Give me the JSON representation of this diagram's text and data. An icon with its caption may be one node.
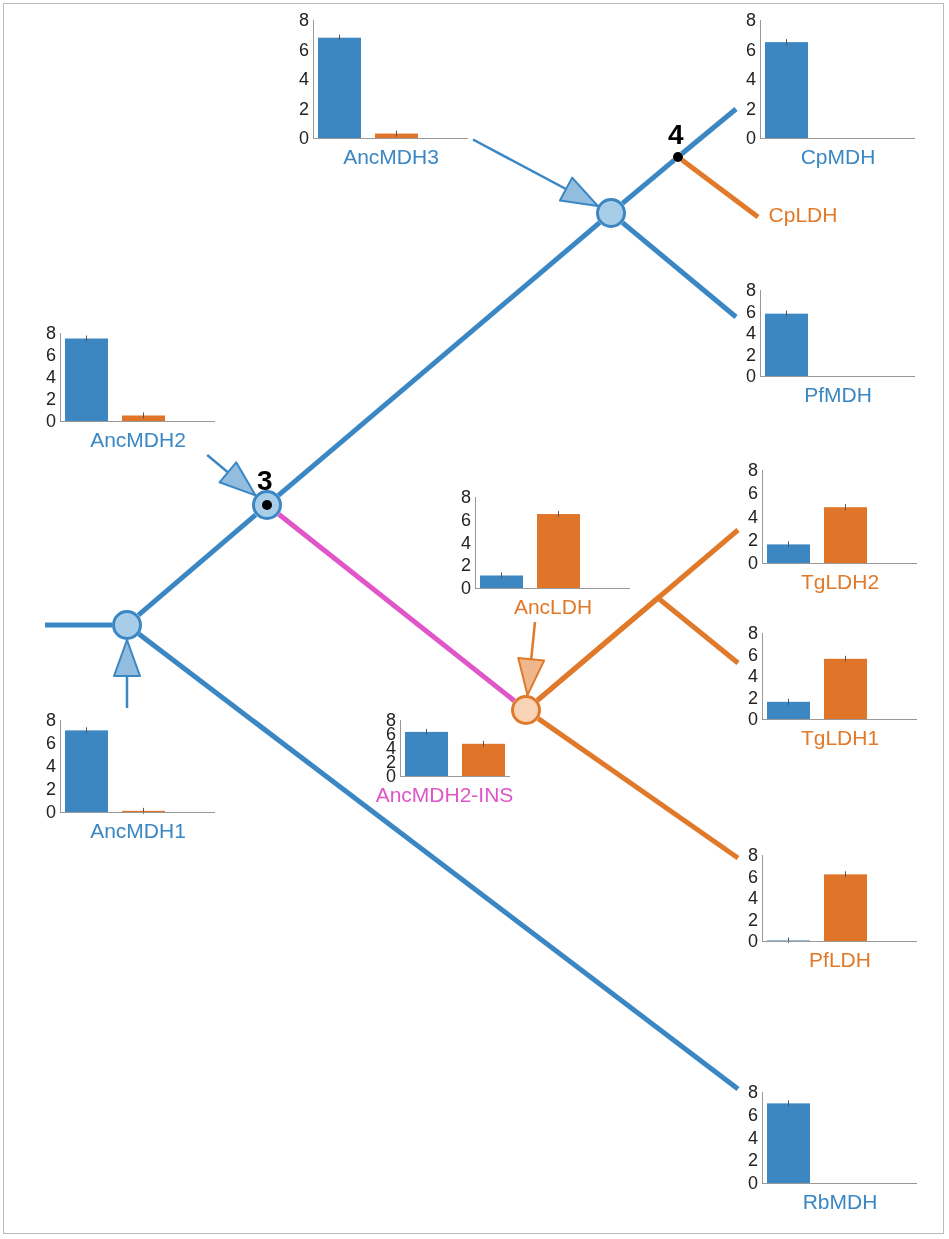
{
  "diagram": {
    "nodes": [
      {
        "text": [
          "AncMDH3"
        ]
      },
      {
        "text": [],
        "shape": "circle",
        "beside": [
          "4"
        ]
      },
      {
        "text": [
          "CpMDH"
        ]
      },
      {
        "text": [],
        "shape": "circle"
      },
      {
        "text": [
          "CpLDH"
        ]
      },
      {
        "text": [
          "PfMDH"
        ]
      },
      {
        "text": [
          "AncMDH2"
        ]
      },
      {
        "text": [],
        "shape": "circle",
        "beside": [
          "3"
        ]
      },
      {
        "text": [
          "TgLDH2"
        ]
      },
      {
        "text": [
          "AncLDH"
        ]
      },
      {
        "text": [
          "AncMDH2-INS"
        ]
      },
      {
        "text": [],
        "shape": "circle"
      },
      {
        "text": [
          "TgLDH1"
        ]
      },
      {
        "text": [],
        "shape": "circle"
      },
      {
        "text": [
          "AncMDH1"
        ]
      },
      {
        "text": [
          "PfLDH"
        ]
      },
      {
        "text": [
          "RbMDH"
        ]
      }
    ],
    "edges": [
      {
        "from": null,
        "to": 11,
        "arrow": "none"
      },
      {
        "from": 11,
        "to": 7,
        "arrow": "none"
      },
      {
        "from": 11,
        "to": 16,
        "arrow": "none"
      },
      {
        "from": 7,
        "to": 3,
        "arrow": "none"
      },
      {
        "from": 7,
        "to": 13,
        "arrow": "none",
        "color": "#e055c8"
      },
      {
        "from": 3,
        "to": 1,
        "arrow": "none"
      },
      {
        "from": 1,
        "to": 2,
        "arrow": "none"
      },
      {
        "from": 1,
        "to": 4,
        "arrow": "none",
        "color": "#e07a2a"
      },
      {
        "from": 3,
        "to": 5,
        "arrow": "none"
      },
      {
        "from": 13,
        "to": 8,
        "arrow": "none",
        "color": "#e07a2a"
      },
      {
        "from": 13,
        "to": 12,
        "arrow": "none",
        "color": "#e07a2a"
      },
      {
        "from": 13,
        "to": 15,
        "arrow": "none",
        "color": "#e07a2a"
      },
      {
        "from": 14,
        "to": 11,
        "arrow": "to"
      },
      {
        "from": 6,
        "to": 7,
        "arrow": "to"
      },
      {
        "from": 0,
        "to": 3,
        "arrow": "to"
      },
      {
        "from": 9,
        "to": 13,
        "arrow": "to",
        "color": "#e07a2a"
      }
    ],
    "labels": [
      "8",
      "6",
      "4",
      "2",
      "0",
      "8",
      "6",
      "4",
      "2",
      "0",
      "8",
      "6",
      "4",
      "2",
      "0",
      "8",
      "6",
      "4",
      "2",
      "0",
      "8",
      "6",
      "4",
      "2",
      "0",
      "8",
      "6",
      "4",
      "2",
      "0",
      "8",
      "6",
      "4",
      "2",
      "0",
      "8",
      "6",
      "4",
      "2",
      "0",
      "8",
      "6",
      "4",
      "2",
      "0",
      "8",
      "6",
      "4",
      "2",
      "0",
      "8",
      "6",
      "4",
      "2",
      "0"
    ]
  }
}
